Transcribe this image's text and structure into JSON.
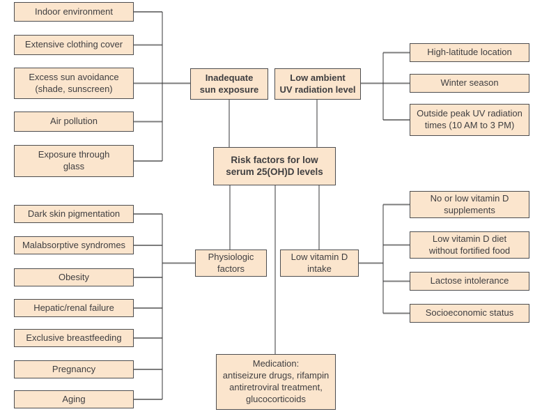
{
  "colors": {
    "box_fill": "#fbe5cd",
    "box_border": "#4c4c4e",
    "line_horizontal": "#7c7c7c",
    "line_vertical": "#353537",
    "text": "#3f3e40"
  },
  "nodes": {
    "center": "Risk factors for low\nserum 25(OH)D levels",
    "inadequate_sun": "Inadequate\nsun exposure",
    "low_ambient_uv": "Low ambient\nUV radiation level",
    "physiologic": "Physiologic\nfactors",
    "low_intake": "Low vitamin D\nintake",
    "medication": "Medication:\nantiseizure drugs, rifampin\nantiretroviral treatment,\nglucocorticoids",
    "sun_factors": [
      "Indoor environment",
      "Extensive clothing cover",
      "Excess sun avoidance\n(shade, sunscreen)",
      "Air pollution",
      "Exposure through\nglass"
    ],
    "uv_factors": [
      "High-latitude location",
      "Winter season",
      "Outside peak UV radiation\ntimes (10 AM to 3 PM)"
    ],
    "physiologic_factors": [
      "Dark skin pigmentation",
      "Malabsorptive syndromes",
      "Obesity",
      "Hepatic/renal failure",
      "Exclusive breastfeeding",
      "Pregnancy",
      "Aging"
    ],
    "intake_factors": [
      "No or low vitamin D\nsupplements",
      "Low vitamin D diet\nwithout fortified food",
      "Lactose intolerance",
      "Socioeconomic status"
    ]
  }
}
